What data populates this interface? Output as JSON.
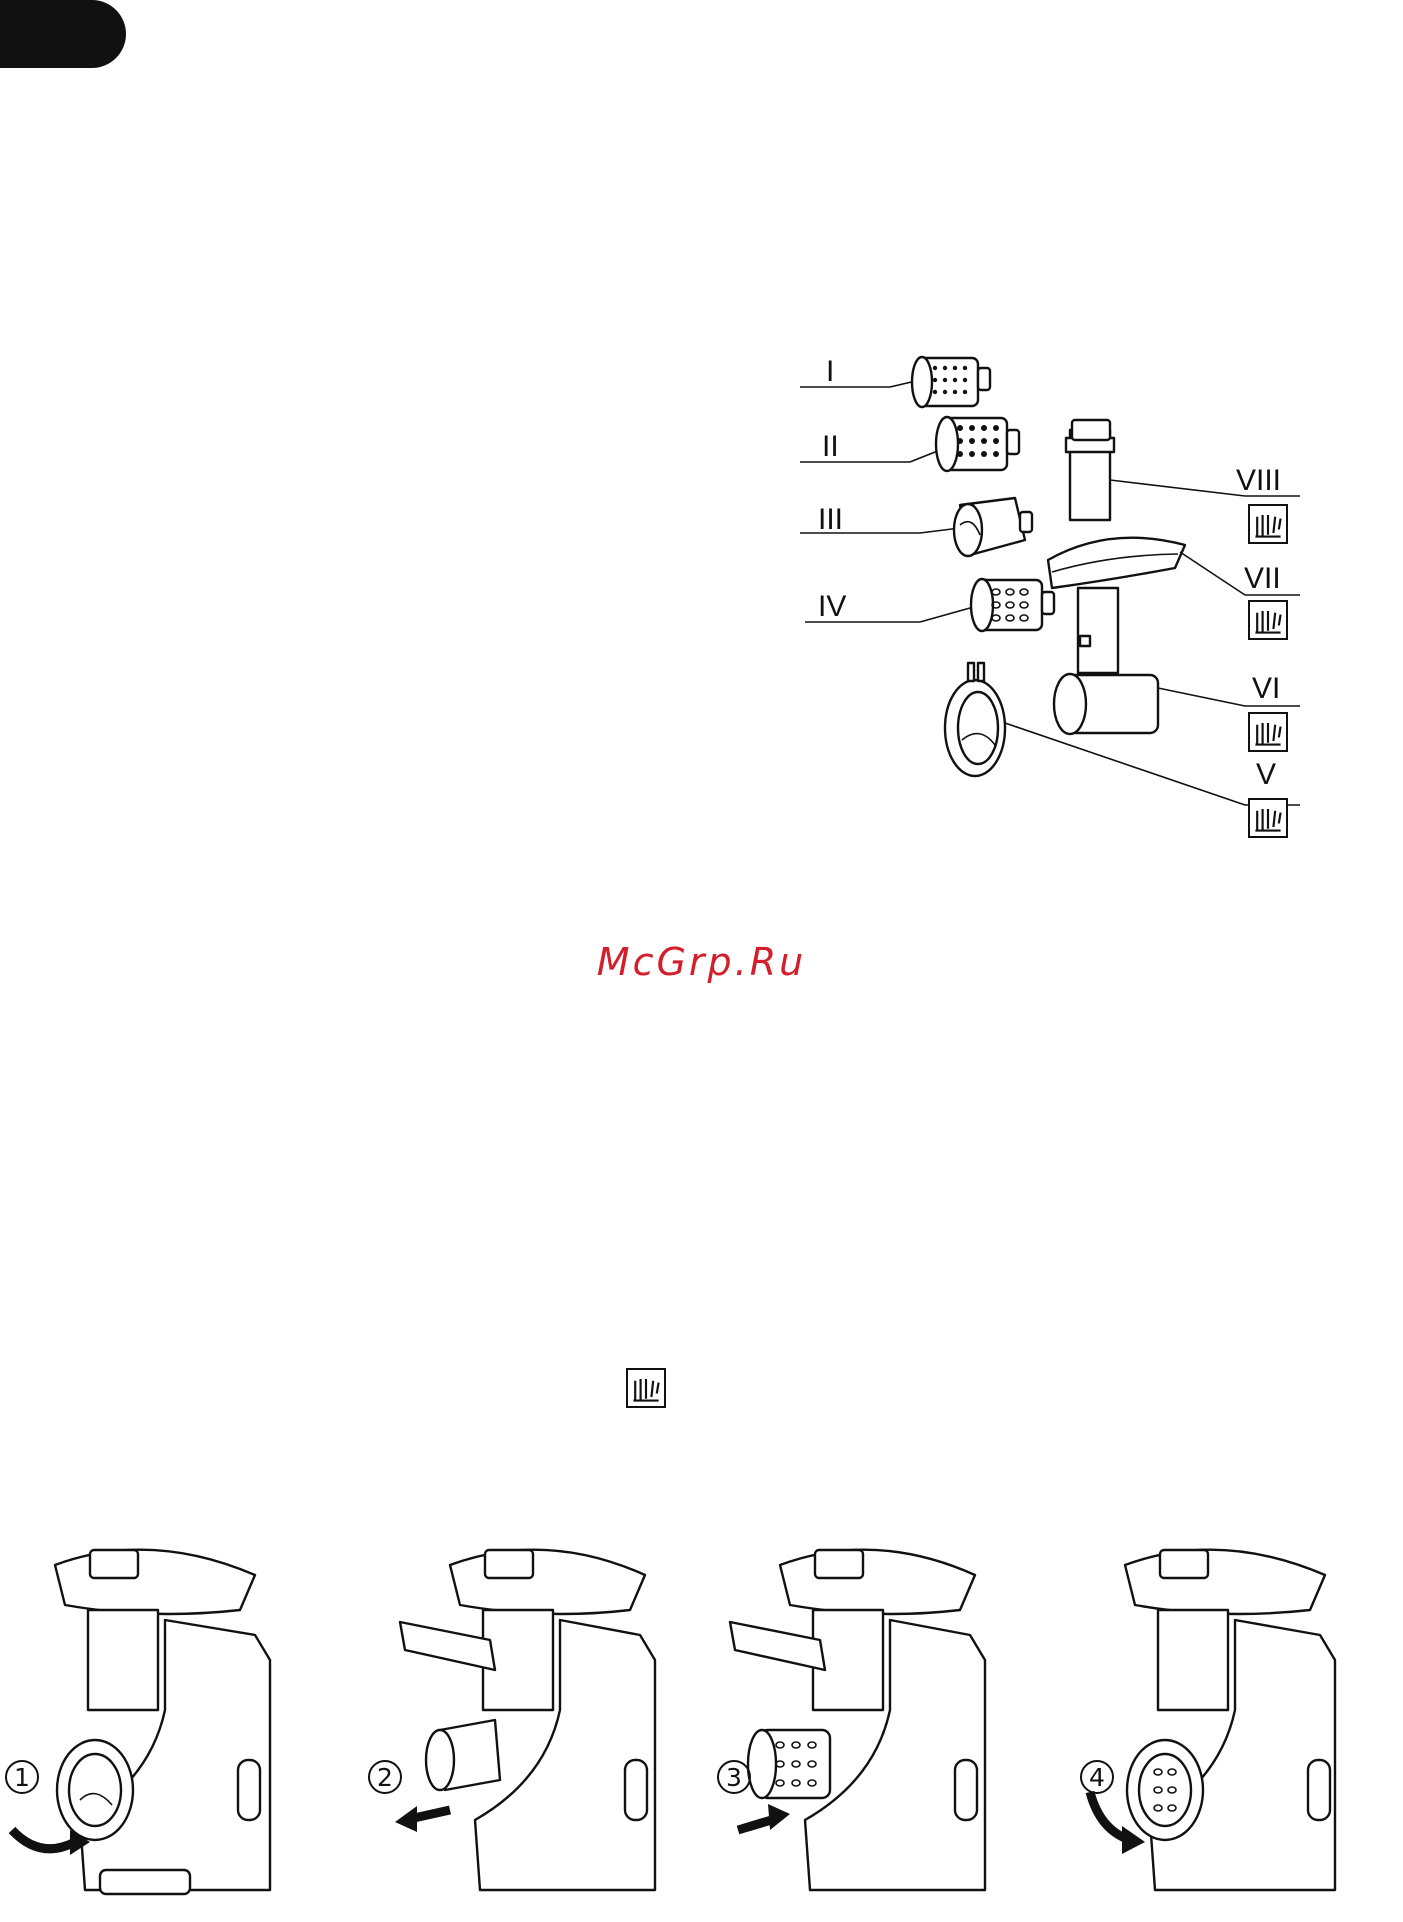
{
  "language_tab": {
    "label": ""
  },
  "parts": {
    "labels": [
      "I",
      "II",
      "III",
      "IV",
      "V",
      "VI",
      "VII",
      "VIII"
    ],
    "dishwasher_safe_marks": [
      "VIII",
      "VII",
      "VI",
      "V"
    ]
  },
  "watermark": {
    "text": "McGrp.Ru"
  },
  "dishwasher_icon": {
    "name": "dishwasher-safe-icon"
  },
  "steps": [
    {
      "number": "1",
      "action": "rotate-clockwise"
    },
    {
      "number": "2",
      "action": "pull-out"
    },
    {
      "number": "3",
      "action": "push-in"
    },
    {
      "number": "4",
      "action": "rotate-lock"
    }
  ]
}
